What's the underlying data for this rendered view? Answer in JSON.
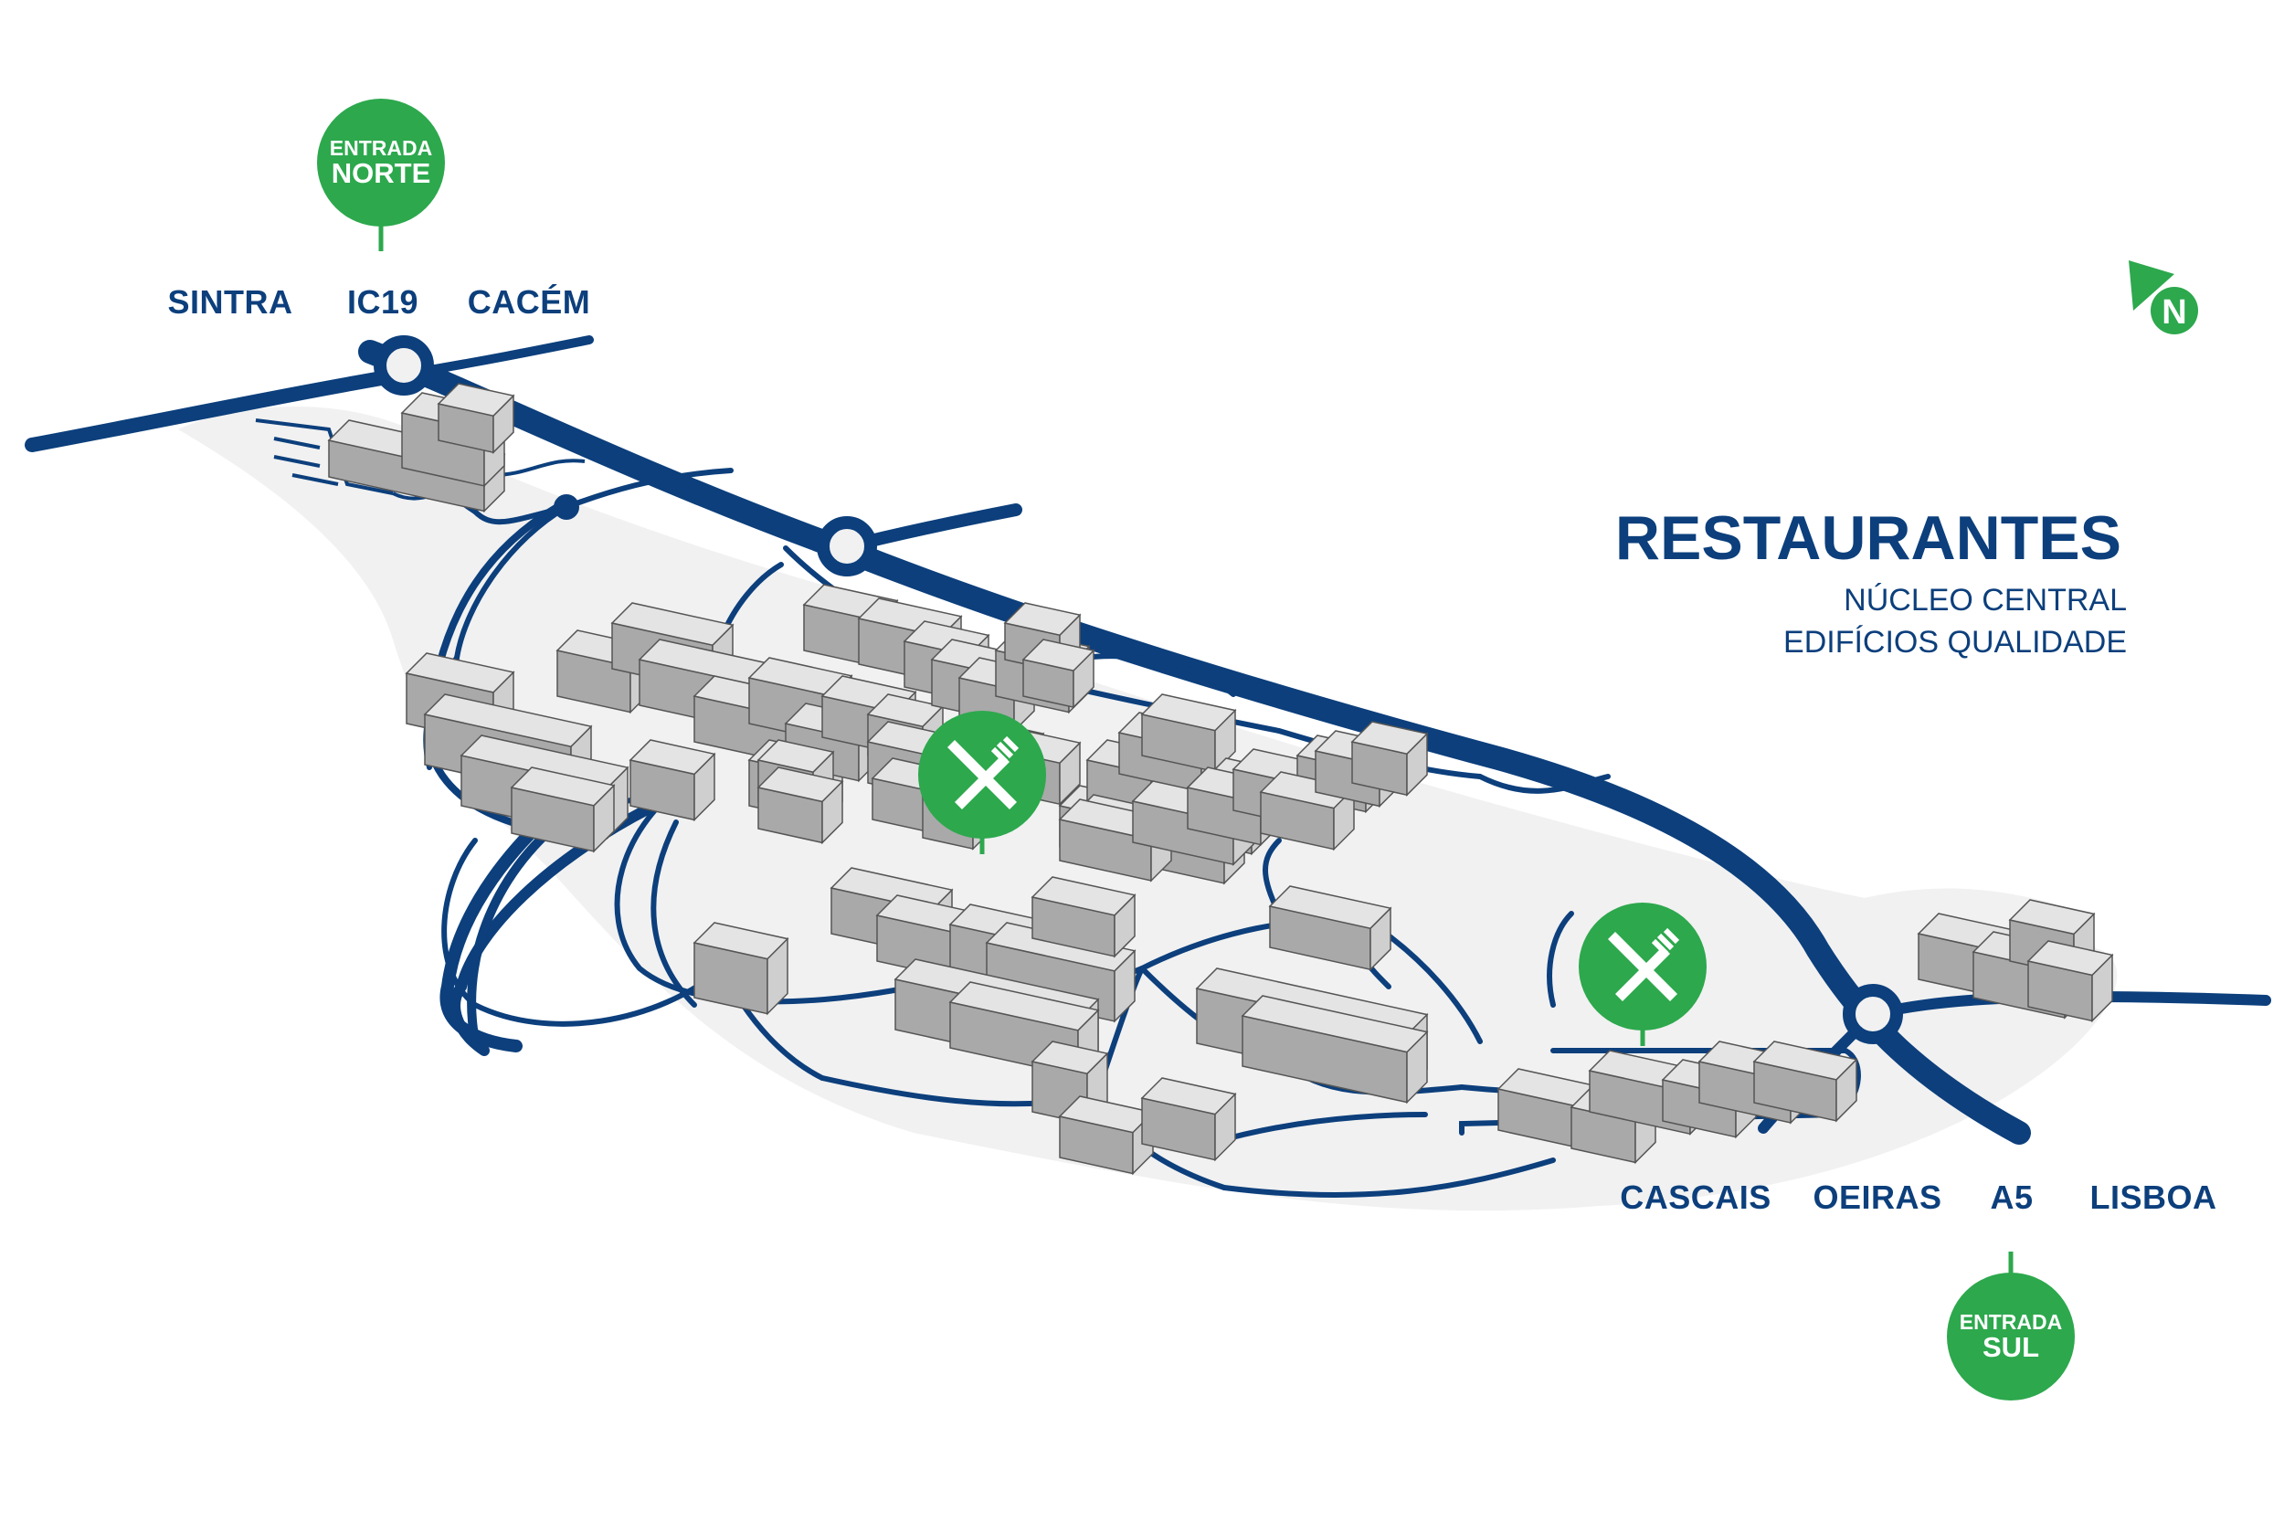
{
  "title": "RESTAURANTES",
  "subtitle_lines": [
    "NÚCLEO CENTRAL",
    "EDIFÍCIOS QUALIDADE"
  ],
  "entrances": {
    "north": {
      "line1": "ENTRADA",
      "line2": "NORTE"
    },
    "south": {
      "line1": "ENTRADA",
      "line2": "SUL"
    }
  },
  "destinations_north": [
    "SINTRA",
    "IC19",
    "CACÉM"
  ],
  "destinations_south": [
    "CASCAIS",
    "OEIRAS",
    "A5",
    "LISBOA"
  ],
  "compass_letter": "N",
  "restaurants": [
    {
      "icon": "fork-knife-icon"
    },
    {
      "icon": "fork-knife-icon"
    }
  ],
  "colors": {
    "road": "#0c3f7c",
    "accent_green": "#2da84d",
    "campus_area": "#f1f1f1",
    "building_top": "#e4e4e4",
    "building_side": "#a9a9a9"
  }
}
